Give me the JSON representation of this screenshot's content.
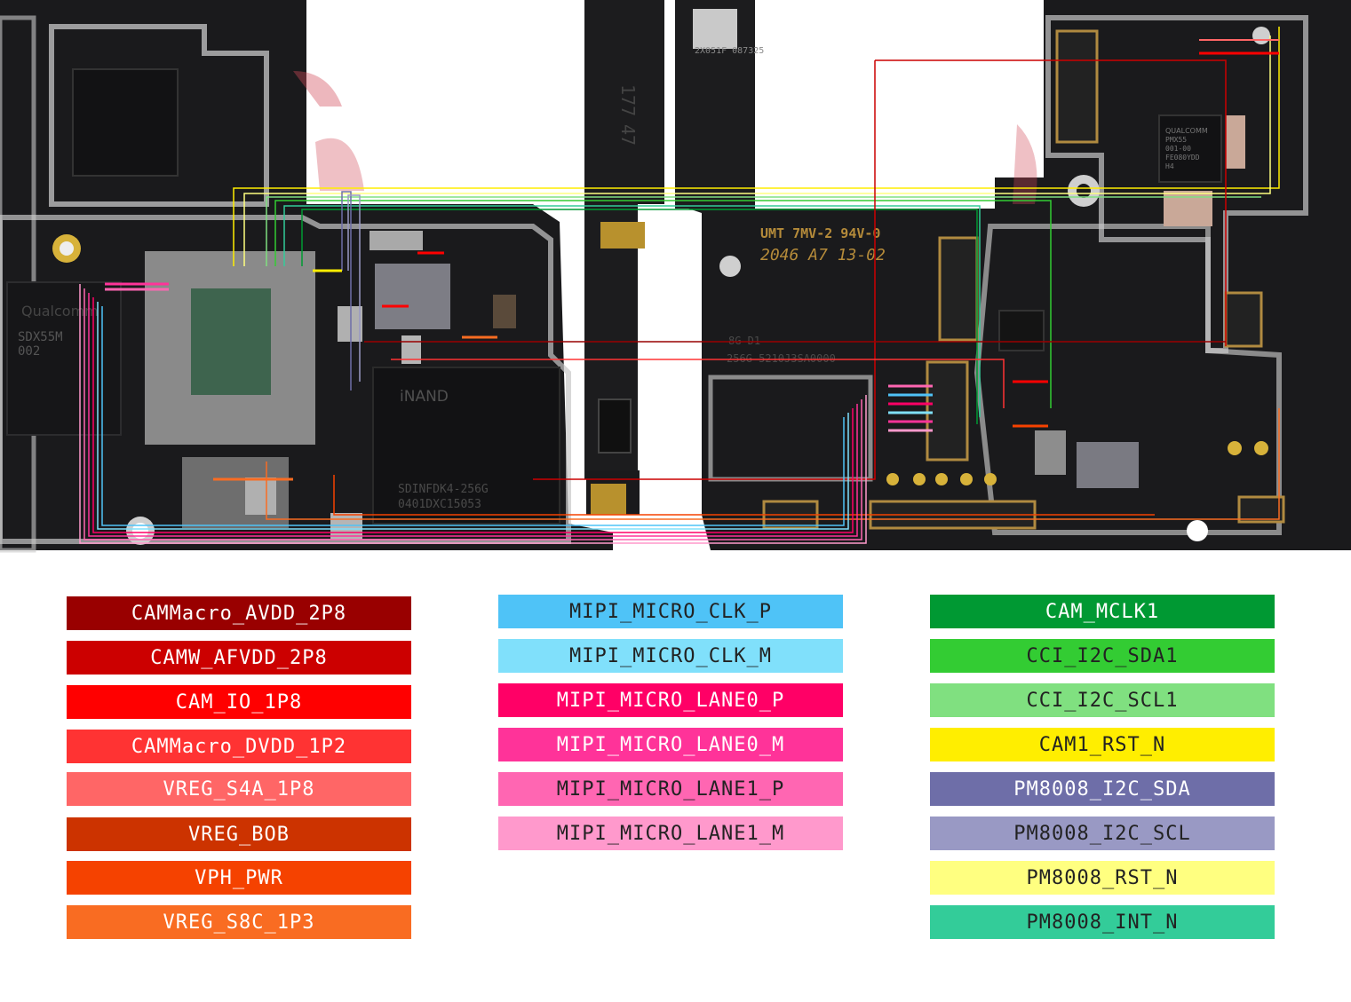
{
  "legend": {
    "col1": [
      {
        "label": "CAMMacro_AVDD_2P8",
        "color": "#990000",
        "text_color": "#ffffff"
      },
      {
        "label": "CAMW_AFVDD_2P8",
        "color": "#cc0000",
        "text_color": "#ffffff"
      },
      {
        "label": "CAM_IO_1P8",
        "color": "#ff0000",
        "text_color": "#ffffff"
      },
      {
        "label": "CAMMacro_DVDD_1P2",
        "color": "#ff3333",
        "text_color": "#ffffff"
      },
      {
        "label": "VREG_S4A_1P8",
        "color": "#ff6666",
        "text_color": "#ffffff"
      },
      {
        "label": "VREG_BOB",
        "color": "#cc3300",
        "text_color": "#ffffff"
      },
      {
        "label": "VPH_PWR",
        "color": "#f54200",
        "text_color": "#ffffff"
      },
      {
        "label": "VREG_S8C_1P3",
        "color": "#f96c22",
        "text_color": "#ffffff"
      }
    ],
    "col2": [
      {
        "label": "MIPI_MICRO_CLK_P",
        "color": "#4fc3f7",
        "text_color": "#222222"
      },
      {
        "label": "MIPI_MICRO_CLK_M",
        "color": "#80e0fb",
        "text_color": "#222222"
      },
      {
        "label": "MIPI_MICRO_LANE0_P",
        "color": "#ff0066",
        "text_color": "#ffffff"
      },
      {
        "label": "MIPI_MICRO_LANE0_M",
        "color": "#ff3399",
        "text_color": "#ffffff"
      },
      {
        "label": "MIPI_MICRO_LANE1_P",
        "color": "#ff66b2",
        "text_color": "#222222"
      },
      {
        "label": "MIPI_MICRO_LANE1_M",
        "color": "#ff99cc",
        "text_color": "#222222"
      }
    ],
    "col3": [
      {
        "label": "CAM_MCLK1",
        "color": "#009933",
        "text_color": "#ffffff"
      },
      {
        "label": "CCI_I2C_SDA1",
        "color": "#33cc33",
        "text_color": "#222222"
      },
      {
        "label": "CCI_I2C_SCL1",
        "color": "#80e080",
        "text_color": "#222222"
      },
      {
        "label": "CAM1_RST_N",
        "color": "#ffee00",
        "text_color": "#222222"
      },
      {
        "label": "PM8008_I2C_SDA",
        "color": "#6e6ea8",
        "text_color": "#ffffff"
      },
      {
        "label": "PM8008_I2C_SCL",
        "color": "#9999c4",
        "text_color": "#222222"
      },
      {
        "label": "PM8008_RST_N",
        "color": "#ffff80",
        "text_color": "#222222"
      },
      {
        "label": "PM8008_INT_N",
        "color": "#33cc99",
        "text_color": "#222222"
      }
    ]
  },
  "board": {
    "silkscreen": {
      "chip_left": "SDX55M",
      "chip_left_code": "002",
      "chip_left_brand": "Qualcomm",
      "nand": "iNAND",
      "nand_part": "SDINFDK4-256G",
      "nand_code": "0401DXC15053",
      "pcb_line1": "UMT 7MV-2 94V-0",
      "pcb_line2": "2046 A7 13-02",
      "pcb_line3": "8G D1",
      "pcb_line4": "256G 5210J3SA0000",
      "flex_top_num1": "177",
      "flex_top_num2": "47",
      "flex_code": "2X051F 087325",
      "pmic_brand": "QUALCOMM",
      "pmic_part": "PMX55",
      "pmic_code": "001-00",
      "pmic_code2": "FE080YDD",
      "pmic_code3": "H4"
    }
  }
}
